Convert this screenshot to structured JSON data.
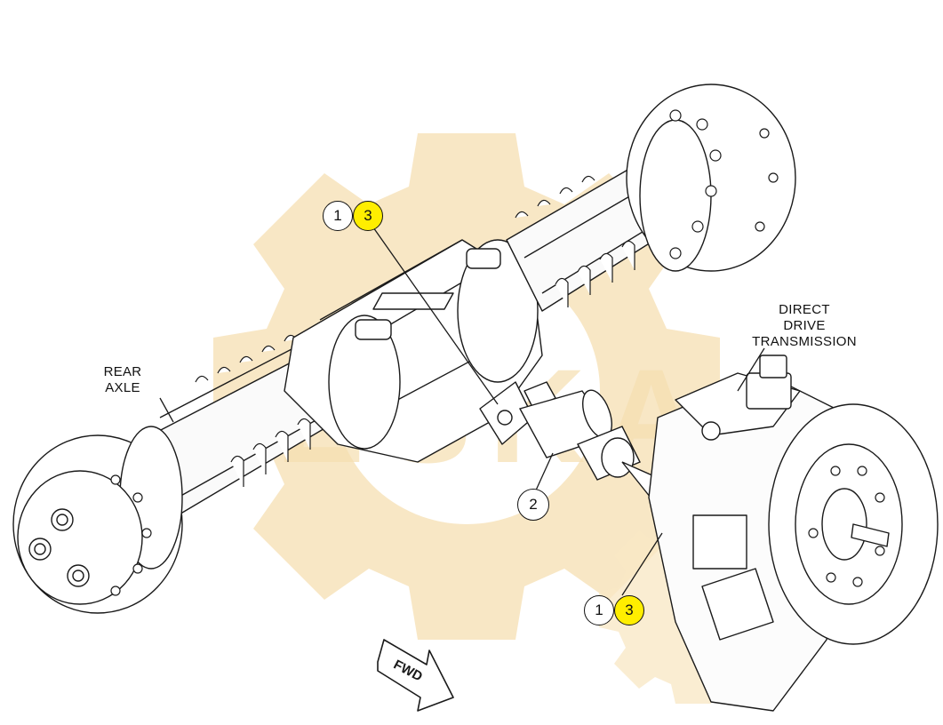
{
  "labels": {
    "rear_axle": [
      "REAR",
      "AXLE"
    ],
    "transmission": [
      "DIRECT",
      "DRIVE",
      "TRANSMISSION"
    ],
    "fwd": "FWD"
  },
  "callouts": {
    "top_left": "1",
    "top_right": "3",
    "mid": "2",
    "bottom_left": "1",
    "bottom_right": "3"
  },
  "watermark": {
    "text": "ESKA",
    "color": "#f5deb0"
  },
  "colors": {
    "line": "#1a1a1a",
    "highlight": "#ffee00",
    "watermark": "#f5deb0"
  }
}
